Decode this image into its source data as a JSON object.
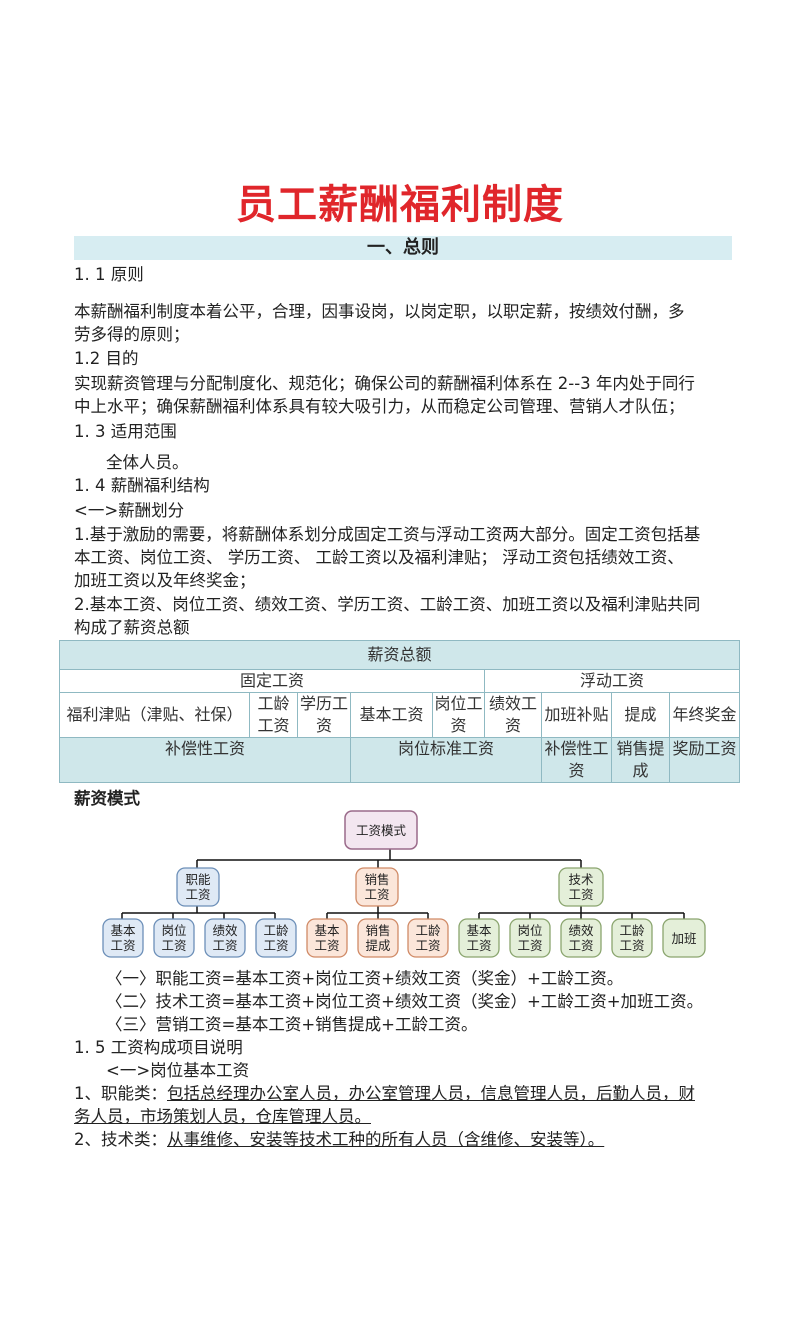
{
  "title": "员工薪酬福利制度",
  "section1": "一、总则",
  "s1_1": "1. 1  原则",
  "s1_1_body": [
    "本薪酬福利制度本着公平，合理，因事设岗，以岗定职，以职定薪，按绩效付酬，多",
    "劳多得的原则；"
  ],
  "s1_2": "1.2  目的",
  "s1_2_body": [
    "实现薪资管理与分配制度化、规范化；确保公司的薪酬福利体系在 2--3 年内处于同行",
    "中上水平；确保薪酬福利体系具有较大吸引力，从而稳定公司管理、营销人才队伍；"
  ],
  "s1_3": "1. 3  适用范围",
  "s1_3_body": "全体人员。",
  "s1_4": "1. 4  薪酬福利结构",
  "s1_4_sub": "<一>薪酬划分",
  "s1_4_body": [
    "1.基于激励的需要，将薪酬体系划分成固定工资与浮动工资两大部分。固定工资包括基",
    "本工资、岗位工资、  学历工资、  工龄工资以及福利津贴；  浮动工资包括绩效工资、",
    "加班工资以及年终奖金；",
    "2.基本工资、岗位工资、绩效工资、学历工资、工龄工资、加班工资以及福利津贴共同",
    "构成了薪资总额"
  ],
  "table": {
    "total": "薪资总额",
    "fixed": "固定工资",
    "float": "浮动工资",
    "items": [
      "福利津贴（津贴、社保）",
      "工龄工资",
      "学历工资",
      "基本工资",
      "岗位工资",
      "绩效工资",
      "加班补贴",
      "提成",
      "年终奖金"
    ],
    "cat": [
      "补偿性工资",
      "岗位标准工资",
      "补偿性工资",
      "销售提成",
      "奖励工资"
    ]
  },
  "mode_title": "薪资模式",
  "chart": {
    "root": "工资模式",
    "groups": [
      {
        "name": [
          "职能",
          "工资"
        ],
        "leaves": [
          [
            "基本",
            "工资"
          ],
          [
            "岗位",
            "工资"
          ],
          [
            "绩效",
            "工资"
          ],
          [
            "工龄",
            "工资"
          ]
        ]
      },
      {
        "name": [
          "销售",
          "工资"
        ],
        "leaves": [
          [
            "基本",
            "工资"
          ],
          [
            "销售",
            "提成"
          ],
          [
            "工龄",
            "工资"
          ]
        ]
      },
      {
        "name": [
          "技术",
          "工资"
        ],
        "leaves": [
          [
            "基本",
            "工资"
          ],
          [
            "岗位",
            "工资"
          ],
          [
            "绩效",
            "工资"
          ],
          [
            "工龄",
            "工资"
          ],
          [
            "加班"
          ]
        ]
      }
    ]
  },
  "formulas": [
    "〈一〉职能工资=基本工资+岗位工资+绩效工资（奖金）+工龄工资。",
    "〈二〉技术工资=基本工资+岗位工资+绩效工资（奖金）+工龄工资+加班工资。",
    "〈三〉营销工资=基本工资+销售提成+工龄工资。"
  ],
  "s1_5": "1. 5  工资构成项目说明",
  "s1_5_sub": "<一>岗位基本工资",
  "s1_5_items": [
    {
      "prefix": "1、职能类：",
      "text": "包括总经理办公室人员，办公室管理人员，信息管理人员，后勤人员，财"
    },
    {
      "prefix": "",
      "text": "务人员，市场策划人员，仓库管理人员。"
    },
    {
      "prefix": "2、技术类：",
      "text": "从事维修、安装等技术工种的所有人员（含维修、安装等）。"
    }
  ]
}
